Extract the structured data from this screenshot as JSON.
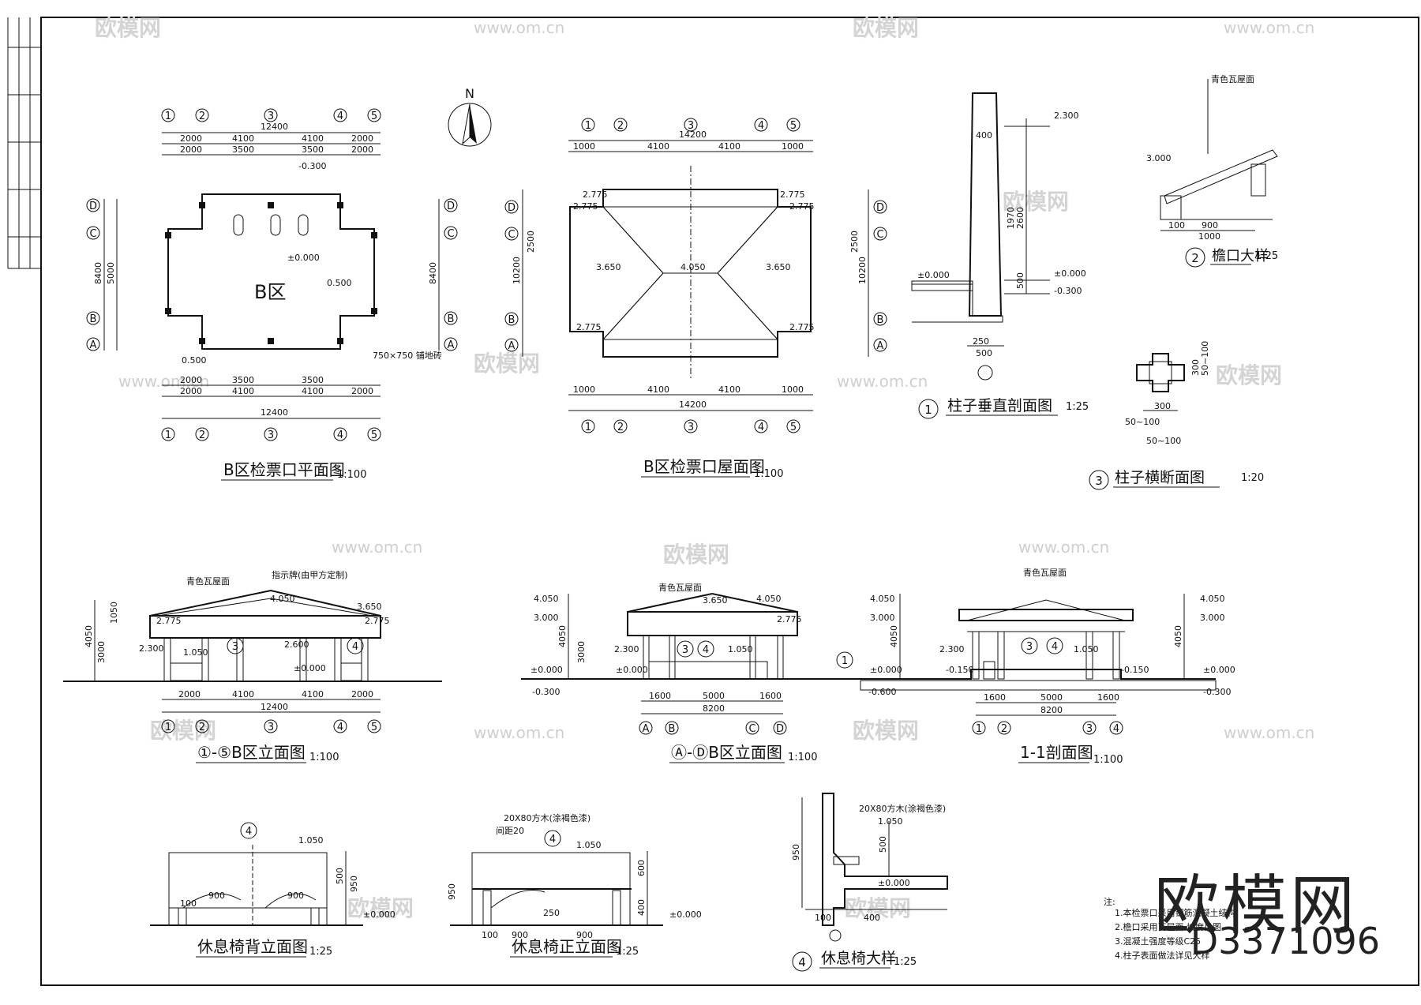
{
  "titles": {
    "plan": "B区检票口平面图",
    "plan_scale": "1:100",
    "roof": "B区检票口屋面图",
    "roof_scale": "1:100",
    "col_vert": "柱子垂直剖面图",
    "col_vert_scale": "1:25",
    "eave": "檐口大样",
    "eave_scale": "1:25",
    "col_horiz": "柱子横断面图",
    "col_horiz_scale": "1:20",
    "elev1": "①-⑤B区立面图",
    "elev1_scale": "1:100",
    "elev2": "Ⓐ-ⒹB区立面图",
    "elev2_scale": "1:100",
    "sect": "1-1剖面图",
    "sect_scale": "1:100",
    "bench_back": "休息椅背立面图",
    "bench_back_scale": "1:25",
    "bench_front": "休息椅正立面图",
    "bench_front_scale": "1:25",
    "bench_detail": "休息椅大样",
    "bench_detail_scale": "1:25"
  },
  "circle_nums": {
    "one": "1",
    "two": "2",
    "three": "3",
    "four": "4"
  },
  "labels": {
    "zone": "B区",
    "north": "N",
    "tile_roof": "青色瓦屋面",
    "sign_board": "指示牌(由甲方定制)",
    "wood_bar": "20X80方木(涂褐色漆)",
    "gap20": "间距20",
    "tile_size": "750×750 铺地砖",
    "watermark_url": "www.om.cn",
    "watermark_cn": "欧模网"
  },
  "dims": {
    "d12400": "12400",
    "d14200": "14200",
    "d4100": "4100",
    "d2000": "2000",
    "d3500": "3500",
    "d1000": "1000",
    "d100": "100",
    "d8400": "8400",
    "d5000": "5000",
    "d1600": "1600",
    "d10200": "10200",
    "d2500": "2500",
    "d8200": "8200",
    "d4050": "4050",
    "d3000": "3000",
    "d1050": "1050",
    "d2600": "2600",
    "d1970": "1970",
    "d500": "500",
    "d400": "400",
    "d300": "300",
    "d250": "250",
    "d900": "900",
    "d950": "950",
    "d600": "600",
    "d50_100": "50~100",
    "e4050": "4.050",
    "e3650": "3.650",
    "e3000": "3.000",
    "e2775": "2.775",
    "e2600": "2.600",
    "e2300": "2.300",
    "e1050": "1.050",
    "e0500": "0.500",
    "e0300": "-0.300",
    "e0150": "-0.150",
    "e0000": "±0.000",
    "e0600": "-0.600"
  },
  "axes": {
    "nums": [
      "1",
      "2",
      "3",
      "4",
      "5"
    ],
    "letters": [
      "A",
      "B",
      "C",
      "D"
    ]
  },
  "notes_head": "注:",
  "notes": [
    "1.本检票口采用钢筋混凝土结构",
    "2.檐口采用瓦屋面,坡度见图",
    "3.混凝土强度等级C25",
    "4.柱子表面做法详见大样"
  ],
  "brand": {
    "name": "欧模网",
    "id": "D3371096"
  }
}
